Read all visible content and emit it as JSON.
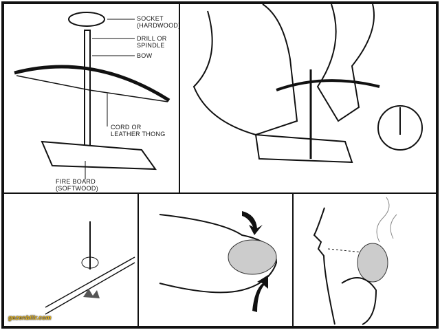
{
  "labels": {
    "socket": "SOCKET",
    "socket_material": "(HARDWOOD)",
    "drill": "DRILL OR SPINDLE",
    "bow": "BOW",
    "cord_line1": "CORD OR",
    "cord_line2": "LEATHER THONG",
    "fire_board": "FIRE BOARD",
    "fire_board_material": "(SOFTWOOD)"
  },
  "watermark": "gezenbilir.com"
}
